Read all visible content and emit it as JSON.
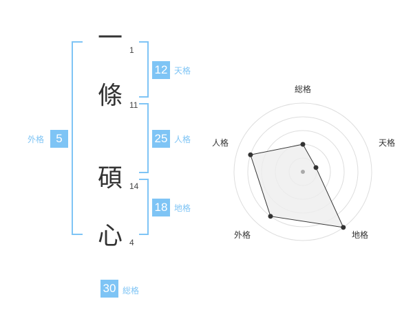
{
  "name": {
    "chars": [
      {
        "char": "一",
        "strokes": "1"
      },
      {
        "char": "條",
        "strokes": "11"
      },
      {
        "char": "碩",
        "strokes": "14"
      },
      {
        "char": "心",
        "strokes": "4"
      }
    ]
  },
  "kakusu": {
    "tenkaku": {
      "value": "12",
      "label": "天格"
    },
    "jinkaku": {
      "value": "25",
      "label": "人格"
    },
    "chikaku": {
      "value": "18",
      "label": "地格"
    },
    "gaikaku": {
      "value": "5",
      "label": "外格"
    },
    "soukaku": {
      "value": "30",
      "label": "総格"
    }
  },
  "radar": {
    "labels": {
      "top": "総格",
      "upper_right": "天格",
      "lower_right": "地格",
      "lower_left": "外格",
      "upper_left": "人格"
    },
    "levels": 5,
    "scores": {
      "総格": 2,
      "天格": 1,
      "地格": 5,
      "外格": 4,
      "人格": 4
    },
    "colors": {
      "line": "#333333",
      "fill": "#eeeeee",
      "ring": "#dddddd",
      "point": "#333333",
      "center": "#aaaaaa"
    }
  }
}
